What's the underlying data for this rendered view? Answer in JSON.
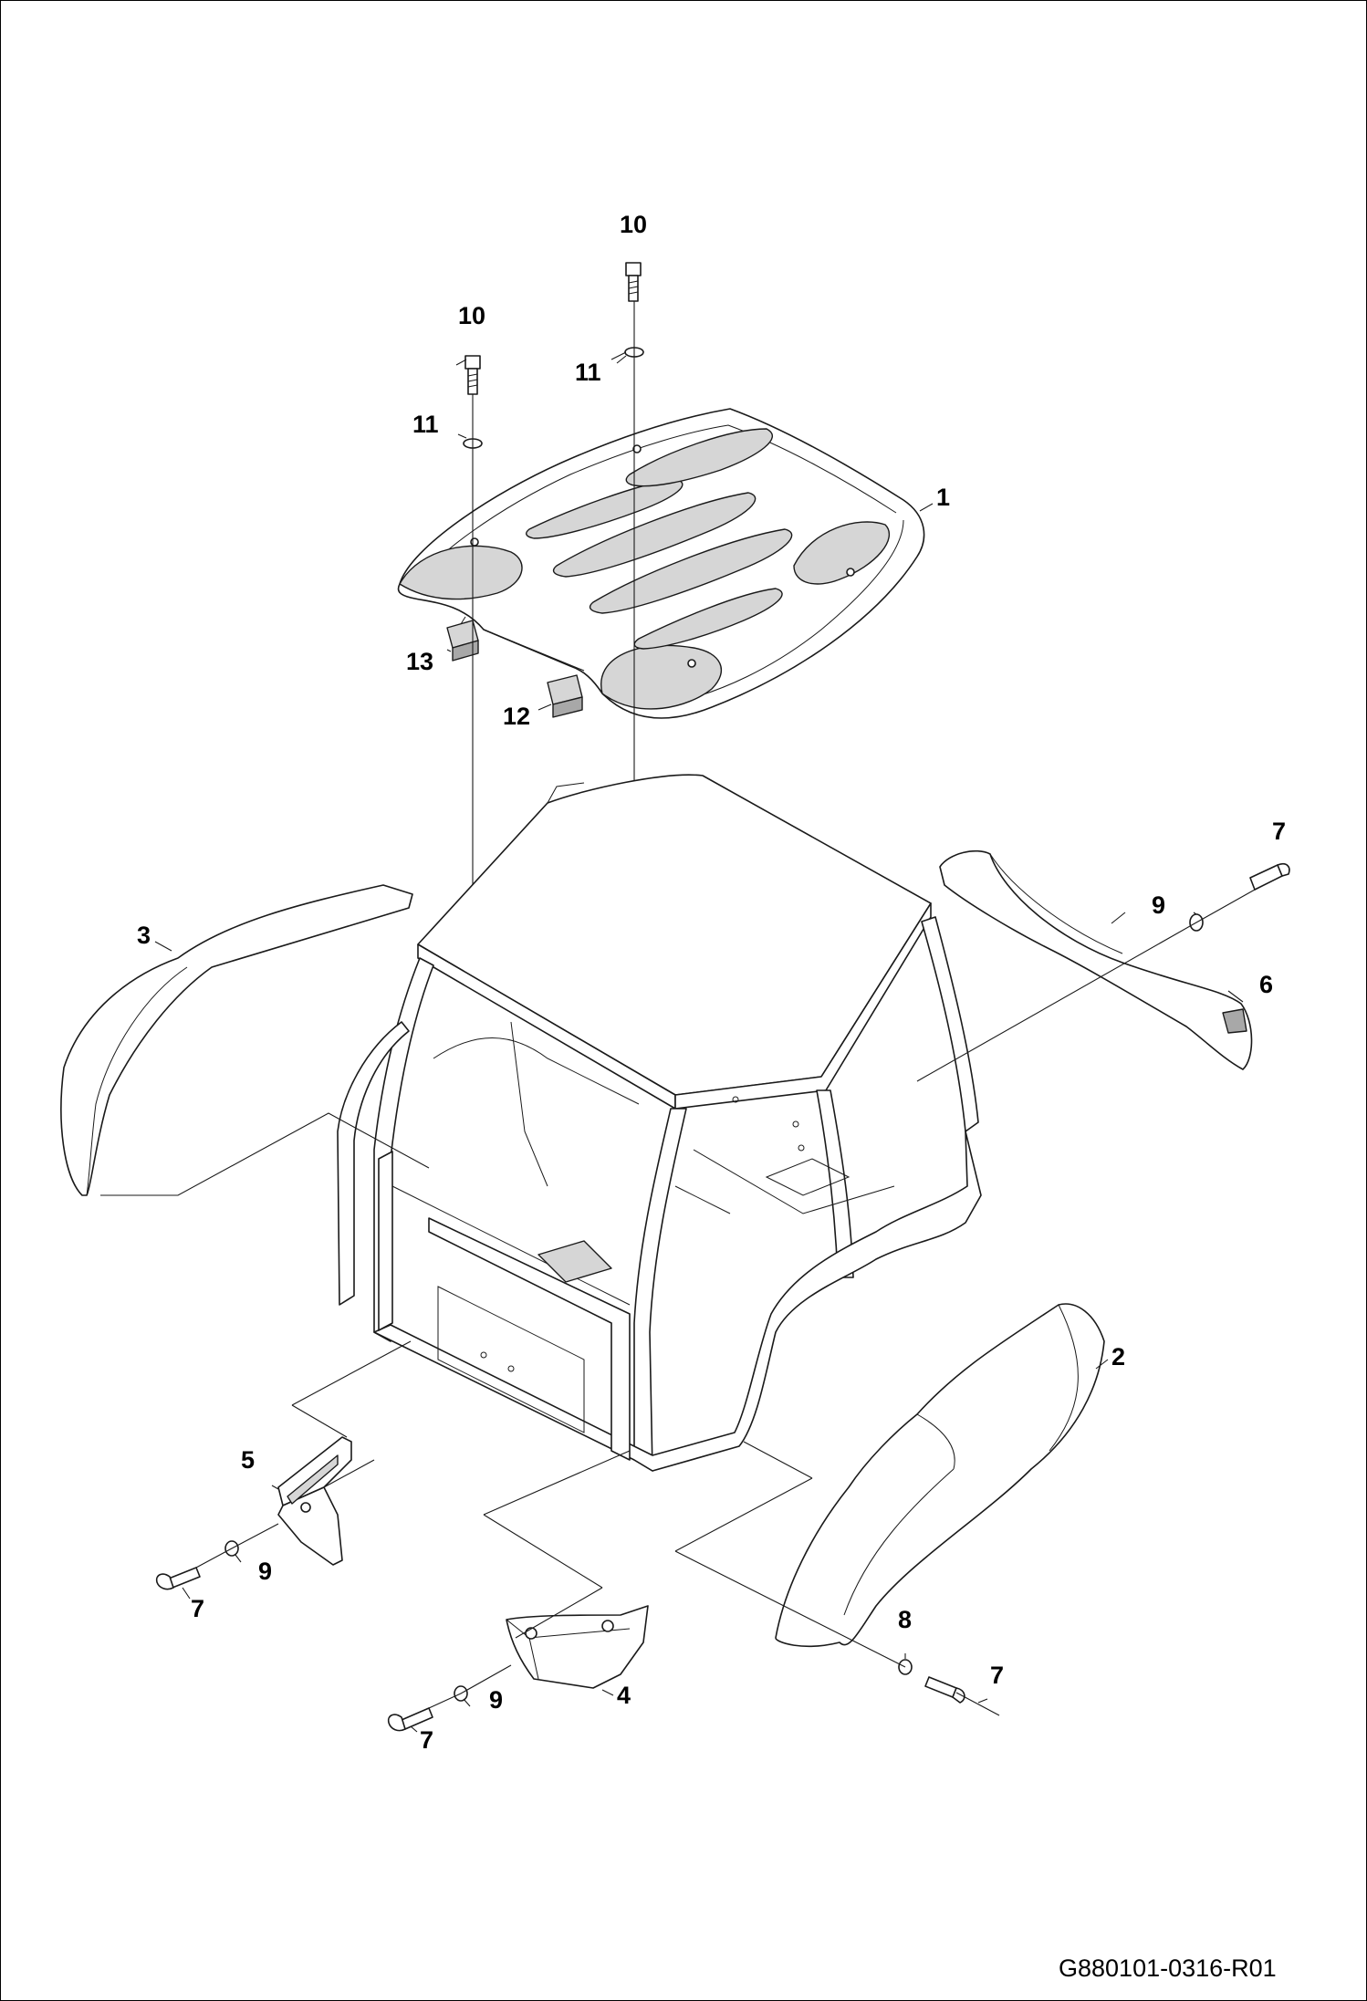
{
  "drawing_code": "G880101-0316-R01",
  "callouts": [
    {
      "id": "roof-cover",
      "label": "1"
    },
    {
      "id": "right-fender",
      "label": "2"
    },
    {
      "id": "left-rear-fender",
      "label": "3"
    },
    {
      "id": "rear-step-panel",
      "label": "4"
    },
    {
      "id": "left-step-panel",
      "label": "5"
    },
    {
      "id": "right-rear-fender",
      "label": "6"
    },
    {
      "id": "bolt-right-upper",
      "label": "7"
    },
    {
      "id": "bolt-left-step",
      "label": "7"
    },
    {
      "id": "bolt-rear-step",
      "label": "7"
    },
    {
      "id": "bolt-right-fender",
      "label": "7"
    },
    {
      "id": "washer-right-fender",
      "label": "8"
    },
    {
      "id": "washer-right-upper",
      "label": "9"
    },
    {
      "id": "washer-left-step",
      "label": "9"
    },
    {
      "id": "washer-rear-step",
      "label": "9"
    },
    {
      "id": "roof-bolt-left",
      "label": "10"
    },
    {
      "id": "roof-bolt-right",
      "label": "10"
    },
    {
      "id": "roof-washer-left",
      "label": "11"
    },
    {
      "id": "roof-washer-right",
      "label": "11"
    },
    {
      "id": "lamp-right",
      "label": "12"
    },
    {
      "id": "lamp-left",
      "label": "13"
    }
  ]
}
